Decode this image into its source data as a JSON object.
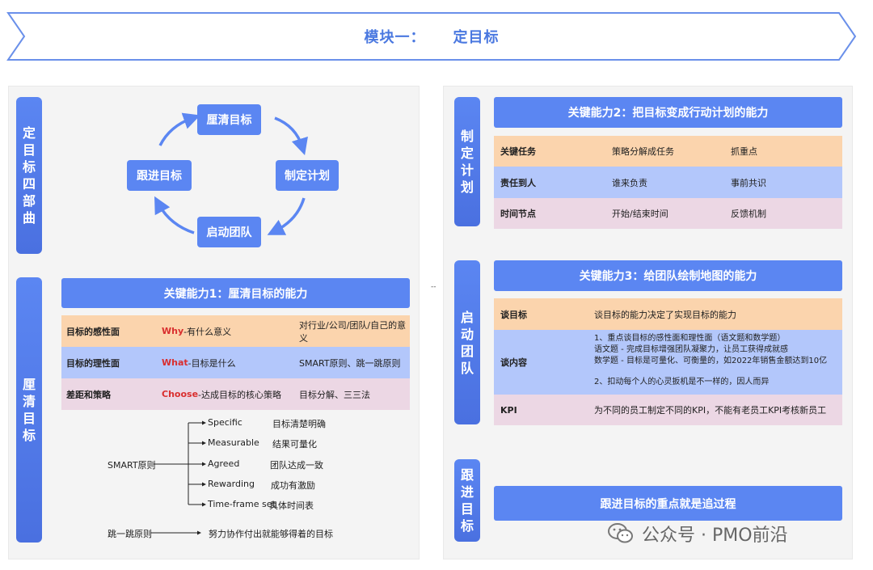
{
  "banner": {
    "prefix": "模块一：",
    "title": "定目标"
  },
  "left": {
    "tab_top": "定目标四部曲",
    "tab_bottom": "厘清目标",
    "cycle": {
      "top": "厘清目标",
      "right": "制定计划",
      "bottom": "启动团队",
      "left": "跟进目标"
    },
    "ability1": {
      "header": "关键能力1：厘清目标的能力",
      "rows": [
        {
          "col1": "目标的感性面",
          "col2_em": "Why",
          "col2_rest": "-有什么意义",
          "col3": "对行业/公司/团队/自己的意义"
        },
        {
          "col1": "目标的理性面",
          "col2_em": "What",
          "col2_rest": "-目标是什么",
          "col3": "SMART原则、跳一跳原则"
        },
        {
          "col1": "差距和策略",
          "col2_em": "Choose",
          "col2_rest": "-达成目标的核心策略",
          "col3": "目标分解、三三法"
        }
      ]
    },
    "smart": {
      "root": "SMART原则",
      "items": [
        {
          "key": "Specific",
          "desc": "目标清楚明确"
        },
        {
          "key": "Measurable",
          "desc": "结果可量化"
        },
        {
          "key": "Agreed",
          "desc": "团队达成一致"
        },
        {
          "key": "Rewarding",
          "desc": "成功有激励"
        },
        {
          "key": "Time-frame set",
          "desc": "具体时间表"
        }
      ],
      "jump_label": "跳一跳原则",
      "jump_desc": "努力协作付出就能够得着的目标"
    }
  },
  "right": {
    "tab1": "制定计划",
    "tab2": "启动团队",
    "tab3": "跟进目标",
    "ability2": {
      "header": "关键能力2：把目标变成行动计划的能力",
      "rows": [
        {
          "col1": "关键任务",
          "col2": "策略分解成任务",
          "col3": "抓重点"
        },
        {
          "col1": "责任到人",
          "col2": "谁来负责",
          "col3": "事前共识"
        },
        {
          "col1": "时间节点",
          "col2": "开始/结束时间",
          "col3": "反馈机制"
        }
      ]
    },
    "ability3": {
      "header": "关键能力3：给团队绘制地图的能力",
      "row1": {
        "col1": "谈目标",
        "col2": "谈目标的能力决定了实现目标的能力"
      },
      "row2": {
        "col1": "谈内容",
        "line1": "1、重点谈目标的感性面和理性面（语文题和数学题）",
        "line2": "语文题 - 完成目标增强团队凝聚力，让员工获得成就感",
        "line3": "数学题 - 目标是可量化、可衡量的，如2022年销售金额达到10亿",
        "line4": "2、扣动每个人的心灵扳机是不一样的，因人而异"
      },
      "row3": {
        "col1": "KPI",
        "col2": "为不同的员工制定不同的KPI，不能有老员工KPI考核新员工"
      }
    },
    "follow": "跟进目标的重点就是追过程"
  },
  "watermark": {
    "text": "公众号 · PMO前沿"
  },
  "colors": {
    "accent": "#5b86f2",
    "row_orange": "#fbd4ad",
    "row_blue": "#b3c7fb",
    "row_pink": "#ecd7e4",
    "emphasis": "#d92e2e"
  }
}
